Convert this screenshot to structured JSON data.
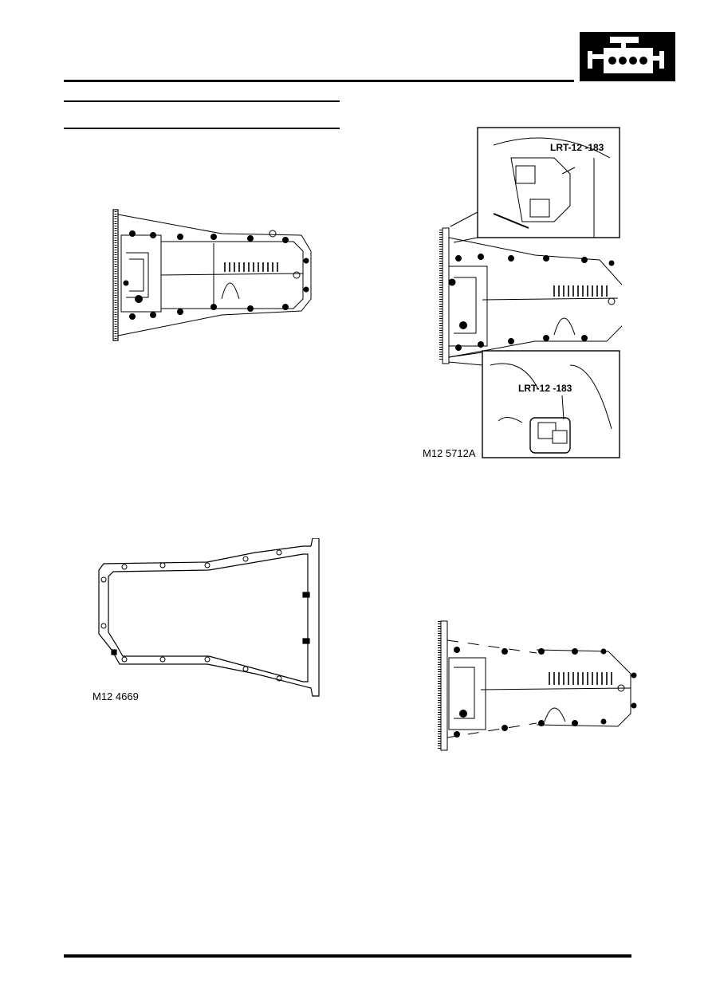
{
  "section_badge": {
    "icon": "engine-icon"
  },
  "figures": {
    "fig1": {
      "caption": ""
    },
    "fig2": {
      "caption": "M12 4669"
    },
    "fig3": {
      "caption": "M12 5712A",
      "callout_top": "LRT-12 -183",
      "callout_bottom": "LRT-12 -183"
    },
    "fig4": {
      "caption": ""
    }
  }
}
